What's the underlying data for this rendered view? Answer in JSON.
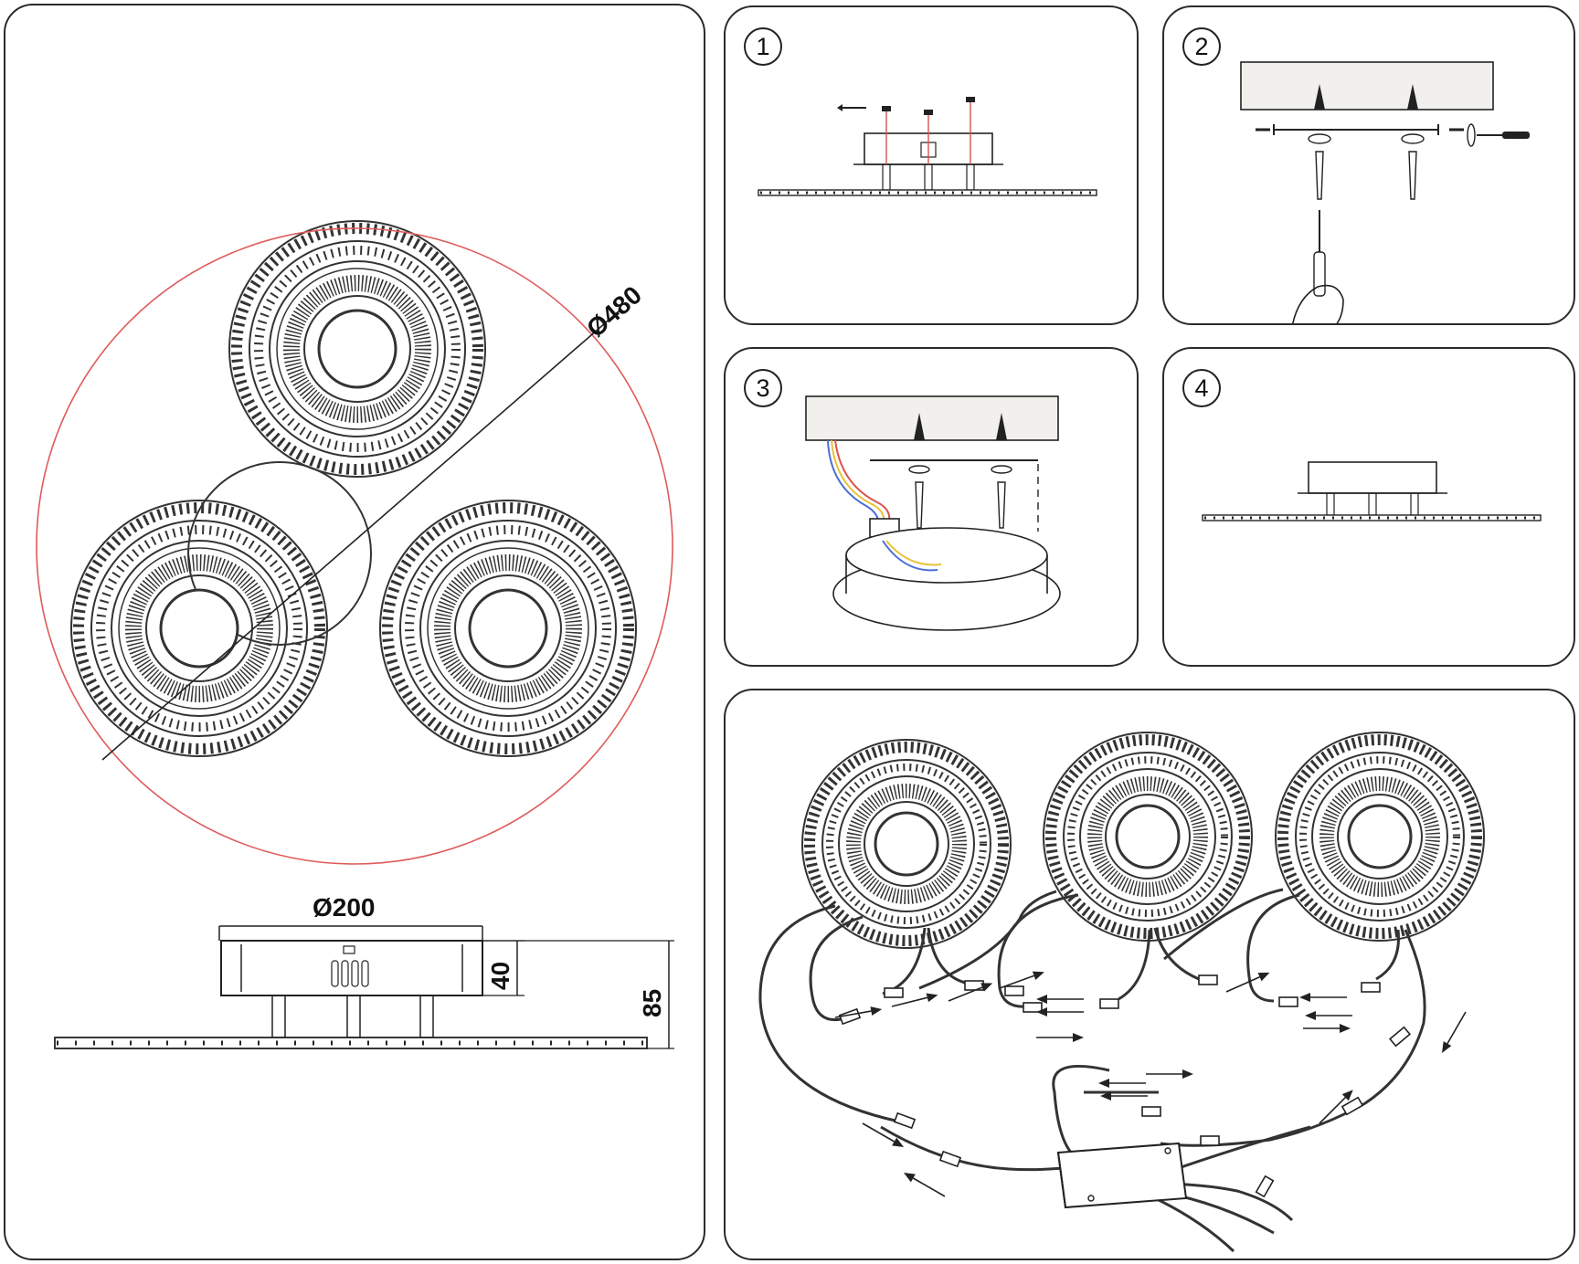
{
  "overview": {
    "diameter_total_label": "Ø480",
    "diameter_base_label": "Ø200",
    "base_height_label": "40",
    "total_height_label": "85"
  },
  "steps": [
    {
      "number": "1"
    },
    {
      "number": "2"
    },
    {
      "number": "3"
    },
    {
      "number": "4"
    }
  ],
  "colors": {
    "outline": "#2b2b2b",
    "dimension_circle": "#e05a5a",
    "screw_line": "#d9534f",
    "ceiling_fill": "#f2f0ec",
    "wire_yellow": "#e8c23a",
    "wire_blue": "#4a6fd8",
    "wire_red": "#d9534f"
  }
}
